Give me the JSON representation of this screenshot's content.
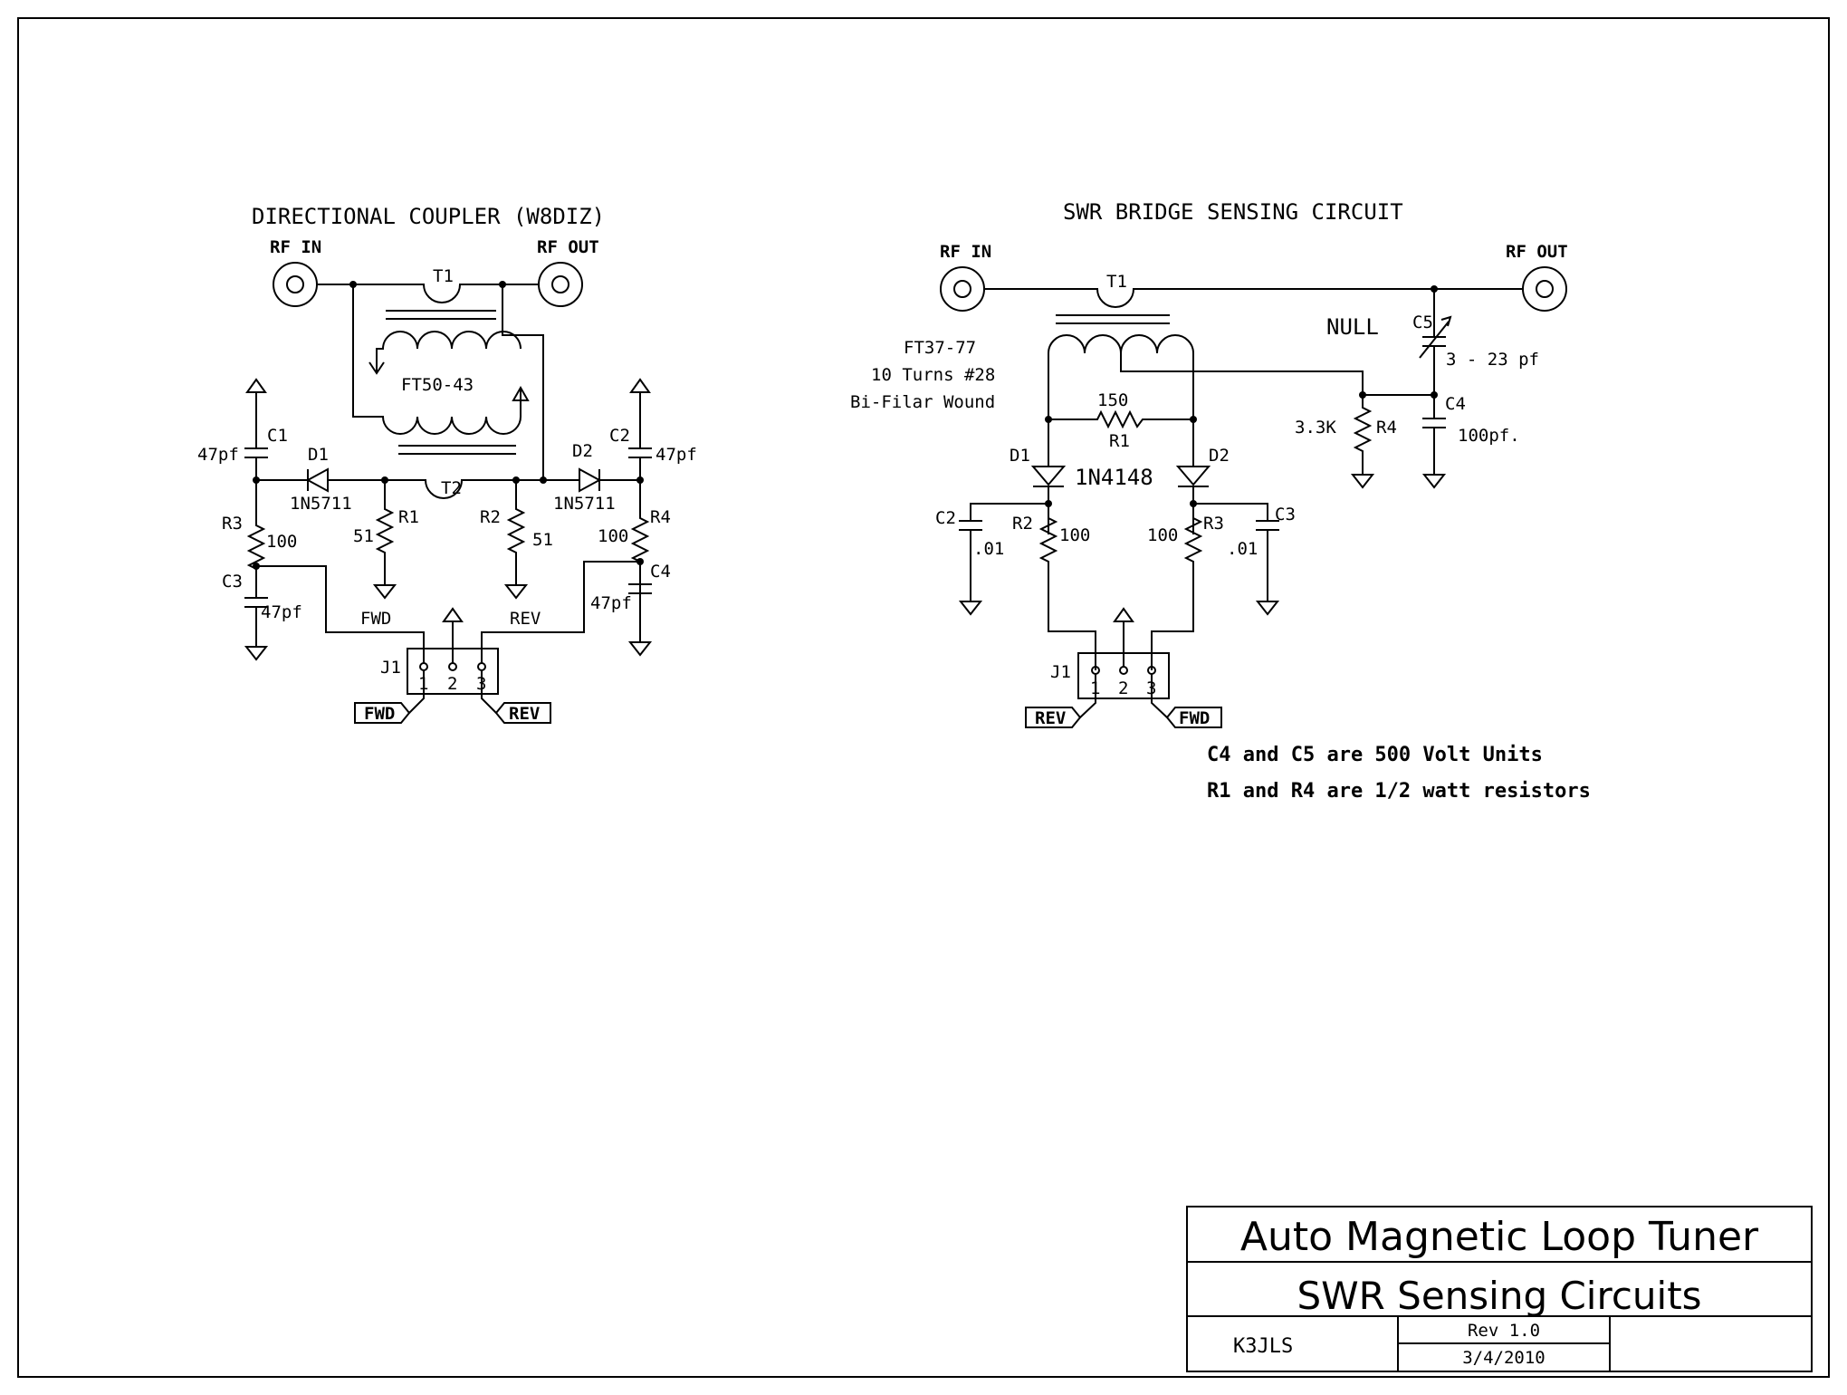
{
  "coupler": {
    "title": "DIRECTIONAL COUPLER (W8DIZ)",
    "rf_in": "RF IN",
    "rf_out": "RF OUT",
    "t1": "T1",
    "core": "FT50-43",
    "t2": "T2",
    "c1": "C1",
    "c1_val": "47pf",
    "c2": "C2",
    "c2_val": "47pf",
    "d1": "D1",
    "d1_part": "1N5711",
    "d2": "D2",
    "d2_part": "1N5711",
    "r1": "R1",
    "r1_val": "51",
    "r2": "R2",
    "r2_val": "51",
    "r3": "R3",
    "r3_val": "100",
    "r4": "R4",
    "r4_val": "100",
    "c3": "C3",
    "c3_val": "47pf",
    "c4": "C4",
    "c4_val": "47pf",
    "fwd_net": "FWD",
    "rev_net": "REV",
    "j1": "J1",
    "pins": [
      "1",
      "2",
      "3"
    ],
    "port_left": "FWD",
    "port_right": "REV"
  },
  "bridge": {
    "title": "SWR BRIDGE SENSING CIRCUIT",
    "rf_in": "RF IN",
    "rf_out": "RF OUT",
    "t1": "T1",
    "core_lines": [
      "FT37-77",
      "10 Turns #28",
      "Bi-Filar Wound"
    ],
    "null_label": "NULL",
    "c5": "C5",
    "c5_val": "3 - 23 pf",
    "c4": "C4",
    "c4_val": "100pf.",
    "r4": "R4",
    "r4_val": "3.3K",
    "r1": "R1",
    "r1_val": "150",
    "d1": "D1",
    "d2": "D2",
    "diode_part": "1N4148",
    "c2": "C2",
    "c2_val": ".01",
    "c3": "C3",
    "c3_val": ".01",
    "r2": "R2",
    "r2_val": "100",
    "r3": "R3",
    "r3_val": "100",
    "j1": "J1",
    "pins": [
      "1",
      "2",
      "3"
    ],
    "port_left": "REV",
    "port_right": "FWD",
    "notes": [
      "C4 and C5 are 500 Volt Units",
      "R1 and R4 are 1/2 watt resistors"
    ]
  },
  "title_block": {
    "project": "Auto Magnetic Loop Tuner",
    "sheet_title": "SWR Sensing Circuits",
    "author": "K3JLS",
    "revision": "Rev 1.0",
    "date": "3/4/2010"
  }
}
